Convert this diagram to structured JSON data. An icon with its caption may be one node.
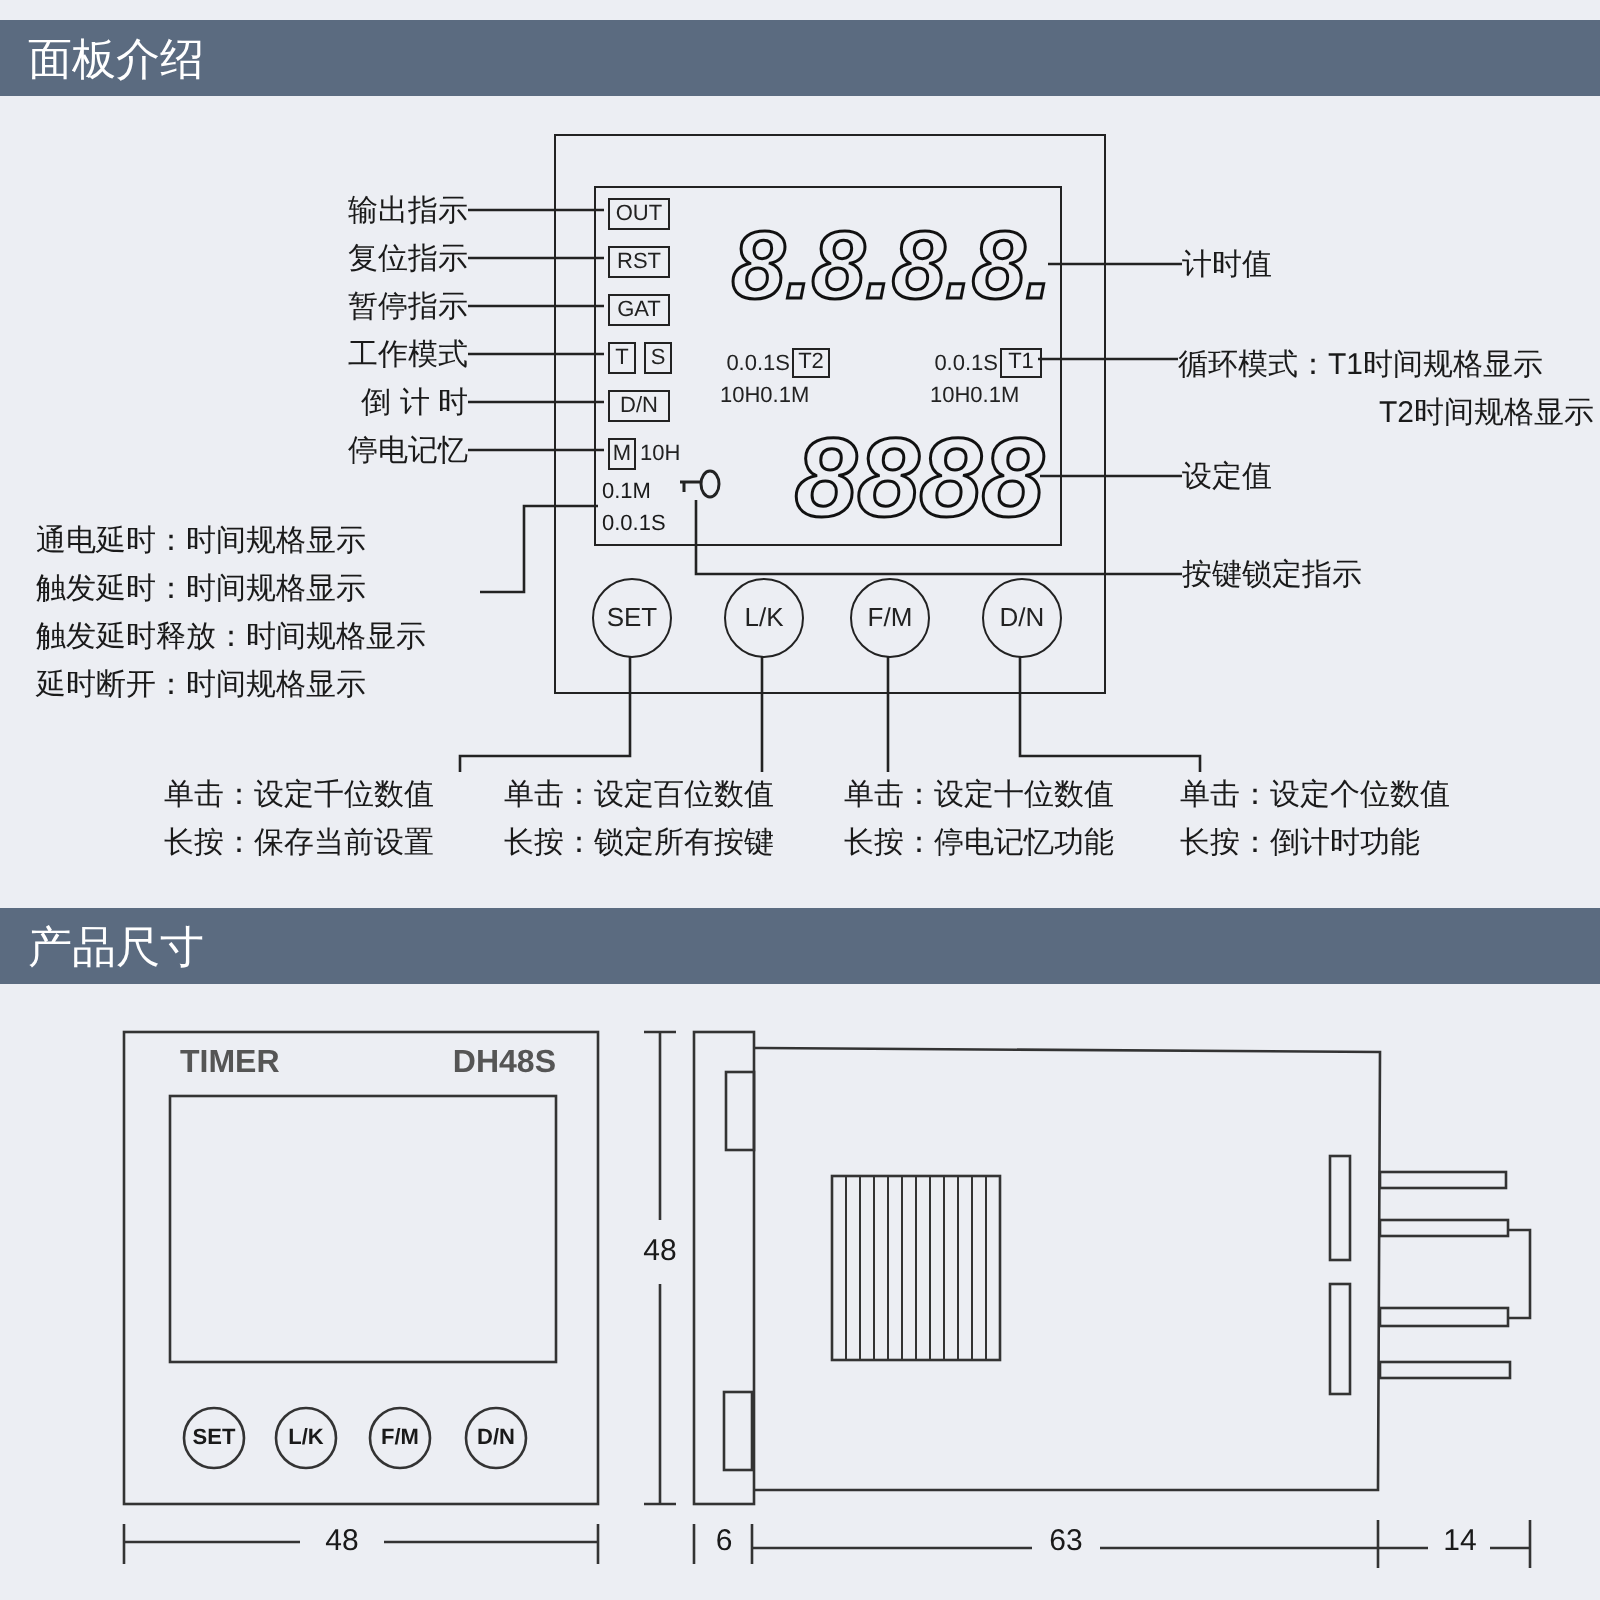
{
  "diagram": {
    "nodes": [
      {
        "text": [],
        "shape": "box"
      },
      {
        "text": [],
        "shape": "box",
        "in": 0
      },
      {
        "text": [
          "OUT"
        ],
        "in": 1
      },
      {
        "text": [
          "RST"
        ],
        "in": 1
      },
      {
        "text": [
          "GAT"
        ],
        "in": 1
      },
      {
        "text": [
          "T"
        ],
        "in": 1
      },
      {
        "text": [
          "S"
        ],
        "in": 1
      },
      {
        "text": [
          "D/N"
        ],
        "in": 1
      },
      {
        "text": [
          "M"
        ],
        "in": 1,
        "beside": [
          "10H"
        ]
      },
      {
        "text": [
          "0.1M",
          "0.0.1S"
        ],
        "in": 1
      },
      {
        "text": [],
        "shape": "key",
        "in": 1
      },
      {
        "text": [
          "8.8.8.8."
        ],
        "in": 1
      },
      {
        "text": [
          "T2"
        ],
        "in": 1,
        "beside": [
          "0.0.1S",
          "10H0.1M"
        ]
      },
      {
        "text": [
          "T1"
        ],
        "in": 1,
        "beside": [
          "0.0.1S",
          "10H0.1M"
        ]
      },
      {
        "text": [
          "8888"
        ],
        "in": 1
      },
      {
        "text": [
          "SET"
        ],
        "in": 0
      },
      {
        "text": [
          "L/K"
        ],
        "in": 0
      },
      {
        "text": [
          "F/M"
        ],
        "in": 0
      },
      {
        "text": [
          "D/N"
        ],
        "in": 0
      },
      {
        "text": [
          "计时值"
        ]
      },
      {
        "text": [
          "循环模式：T1时间规格显示",
          "T2时间规格显示"
        ]
      },
      {
        "text": [
          "设定值"
        ]
      },
      {
        "text": [
          "按键锁定指示"
        ]
      },
      {
        "text": [
          "单击：设定千位数值",
          "长按：保存当前设置"
        ]
      },
      {
        "text": [
          "单击：设定百位数值",
          "长按：锁定所有按键"
        ]
      },
      {
        "text": [
          "单击：设定十位数值",
          "长按：停电记忆功能"
        ]
      },
      {
        "text": [
          "单击：设定个位数值",
          "长按：倒计时功能"
        ]
      },
      {
        "text": [
          "输出指示"
        ]
      },
      {
        "text": [
          "复位指示"
        ]
      },
      {
        "text": [
          "暂停指示"
        ]
      },
      {
        "text": [
          "工作模式"
        ]
      },
      {
        "text": [
          "倒 计 时"
        ]
      },
      {
        "text": [
          "停电记忆"
        ]
      },
      {
        "text": [
          "通电延时：时间规格显示",
          "触发延时：时间规格显示",
          "触发延时释放：时间规格显示",
          "延时断开：时间规格显示"
        ]
      }
    ],
    "edges": [
      {
        "from": 27,
        "to": 2,
        "arrow": "none"
      },
      {
        "from": 28,
        "to": 3,
        "arrow": "none"
      },
      {
        "from": 29,
        "to": 4,
        "arrow": "none"
      },
      {
        "from": 30,
        "to": 5,
        "arrow": "none"
      },
      {
        "from": 31,
        "to": 7,
        "arrow": "none"
      },
      {
        "from": 32,
        "to": 8,
        "arrow": "none"
      },
      {
        "from": 33,
        "to": 9,
        "arrow": "none"
      },
      {
        "from": 19,
        "to": 11,
        "arrow": "none"
      },
      {
        "from": 20,
        "to": 13,
        "arrow": "none"
      },
      {
        "from": 21,
        "to": 14,
        "arrow": "none"
      },
      {
        "from": 22,
        "to": 10,
        "arrow": "none"
      },
      {
        "from": 15,
        "to": 23,
        "arrow": "none"
      },
      {
        "from": 16,
        "to": 24,
        "arrow": "none"
      },
      {
        "from": 17,
        "to": 25,
        "arrow": "none"
      },
      {
        "from": 18,
        "to": 26,
        "arrow": "none"
      }
    ],
    "labels": [
      "面板介绍",
      "产品尺寸",
      "TIMER",
      "DH48S",
      "48",
      "SET",
      "L/K",
      "F/M",
      "D/N",
      "48",
      "6",
      "63",
      "14"
    ]
  }
}
